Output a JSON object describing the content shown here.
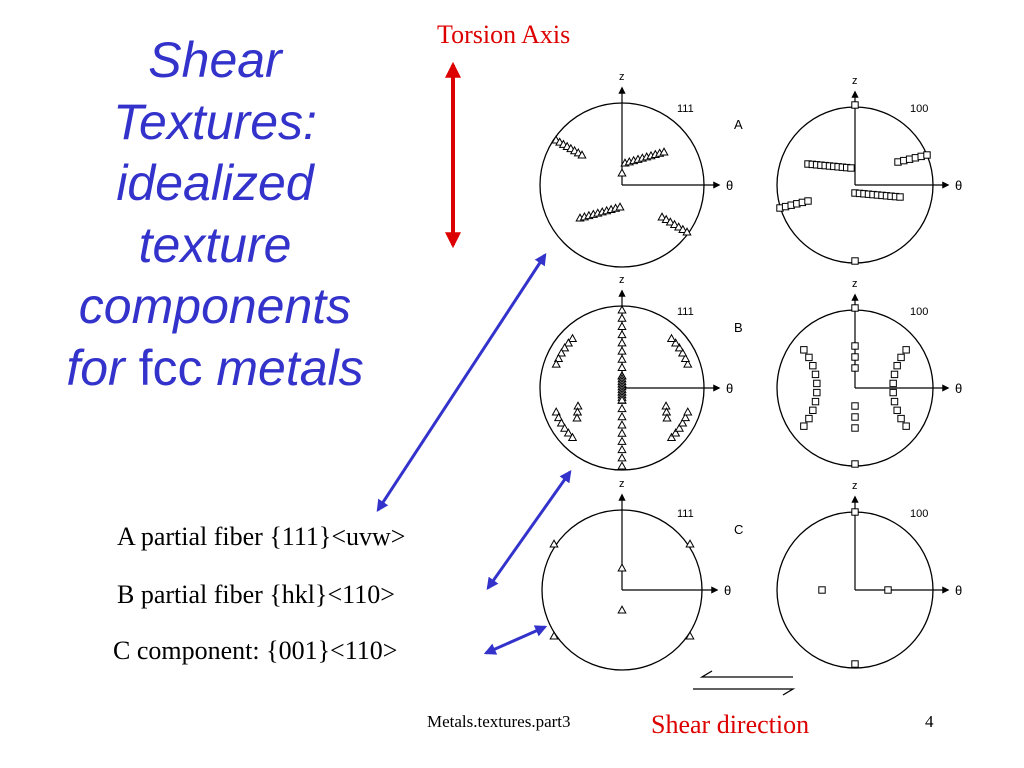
{
  "title": {
    "line1": "Shear",
    "line2": "Textures:",
    "line3": "idealized",
    "line4": "texture",
    "line5": "components",
    "line6_for": "for",
    "line6_fcc": "fcc",
    "line6_metals": "metals"
  },
  "torsion_axis_label": "Torsion Axis",
  "components": {
    "a": "A partial fiber {111}<uvw>",
    "b": "B partial fiber {hkl}<110>",
    "c": "C component: {001}<110>"
  },
  "shear_direction_label": "Shear direction",
  "footer": {
    "filename": "Metals.textures.part3",
    "page_number": "4"
  },
  "figure": {
    "rows": [
      {
        "letter": "A",
        "left_index": "111",
        "right_index": "100"
      },
      {
        "letter": "B",
        "left_index": "111",
        "right_index": "100"
      },
      {
        "letter": "C",
        "left_index": "111",
        "right_index": "100"
      }
    ],
    "axis_z": "z",
    "axis_theta": "θ"
  },
  "colors": {
    "title": "#3333cc",
    "arrows": "#3333cc",
    "torsion_arrow": "#dd0000",
    "highlight_text": "#dd0000"
  }
}
